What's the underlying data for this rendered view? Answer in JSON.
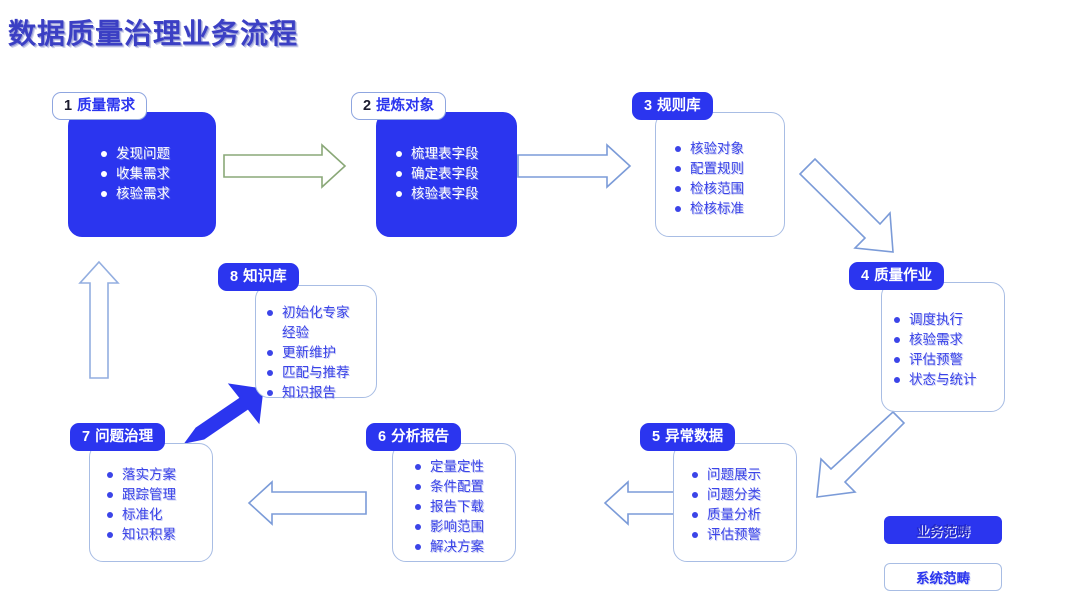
{
  "page": {
    "title": "数据质量治理业务流程"
  },
  "nodes": [
    {
      "id": "step1",
      "num": "1",
      "name": "质量需求",
      "style": "filled",
      "items": [
        "发现问题",
        "收集需求",
        "核验需求"
      ]
    },
    {
      "id": "step2",
      "num": "2",
      "name": "提炼对象",
      "style": "filled",
      "items": [
        "梳理表字段",
        "确定表字段",
        "核验表字段"
      ]
    },
    {
      "id": "step3",
      "num": "3",
      "name": "规则库",
      "style": "outline",
      "items": [
        "核验对象",
        "配置规则",
        "检核范围",
        "检核标准"
      ]
    },
    {
      "id": "step4",
      "num": "4",
      "name": "质量作业",
      "style": "outline",
      "items": [
        "调度执行",
        "核验需求",
        "评估预警",
        "状态与统计"
      ]
    },
    {
      "id": "step5",
      "num": "5",
      "name": "异常数据",
      "style": "outline",
      "items": [
        "问题展示",
        "问题分类",
        "质量分析",
        "评估预警"
      ]
    },
    {
      "id": "step6",
      "num": "6",
      "name": "分析报告",
      "style": "outline",
      "items": [
        "定量定性",
        "条件配置",
        "报告下载",
        "影响范围",
        "解决方案"
      ]
    },
    {
      "id": "step7",
      "num": "7",
      "name": "问题治理",
      "style": "outline",
      "items": [
        "落实方案",
        "跟踪管理",
        "标准化",
        "知识积累"
      ]
    },
    {
      "id": "step8",
      "num": "8",
      "name": "知识库",
      "style": "outline",
      "items": [
        "初始化专家",
        "经验",
        "更新维护",
        "匹配与推荐",
        "知识报告"
      ],
      "continuation_indexes": [
        1
      ]
    }
  ],
  "legend": [
    {
      "id": "legend-business",
      "label": "业务范畴"
    },
    {
      "id": "legend-system",
      "label": "系统范畴"
    }
  ],
  "arrows": [
    {
      "id": "arrow-1-to-2",
      "from": "step1",
      "to": "step2",
      "direction": "right",
      "style": "outline-green"
    },
    {
      "id": "arrow-2-to-3",
      "from": "step2",
      "to": "step3",
      "direction": "right",
      "style": "outline-blue"
    },
    {
      "id": "arrow-3-to-4",
      "from": "step3",
      "to": "step4",
      "direction": "down-right",
      "style": "outline-blue"
    },
    {
      "id": "arrow-4-to-5",
      "from": "step4",
      "to": "step5",
      "direction": "down-left",
      "style": "outline-blue"
    },
    {
      "id": "arrow-5-to-6",
      "from": "step5",
      "to": "step6",
      "direction": "left",
      "style": "outline-blue"
    },
    {
      "id": "arrow-6-to-7",
      "from": "step6",
      "to": "step7",
      "direction": "left",
      "style": "outline-blue"
    },
    {
      "id": "arrow-7-to-8",
      "from": "step7",
      "to": "step8",
      "direction": "up-right",
      "style": "solid-blue"
    },
    {
      "id": "arrow-8-to-1",
      "from": "step8",
      "to": "step1",
      "direction": "up",
      "style": "outline-blue"
    }
  ],
  "colors": {
    "brand_blue": "#2b35ef",
    "text_blue": "#3b44e8",
    "outline_blue": "#a8bde4",
    "arrow_green": "#8aa878",
    "title_blue": "#3b3fc4",
    "white": "#ffffff"
  }
}
